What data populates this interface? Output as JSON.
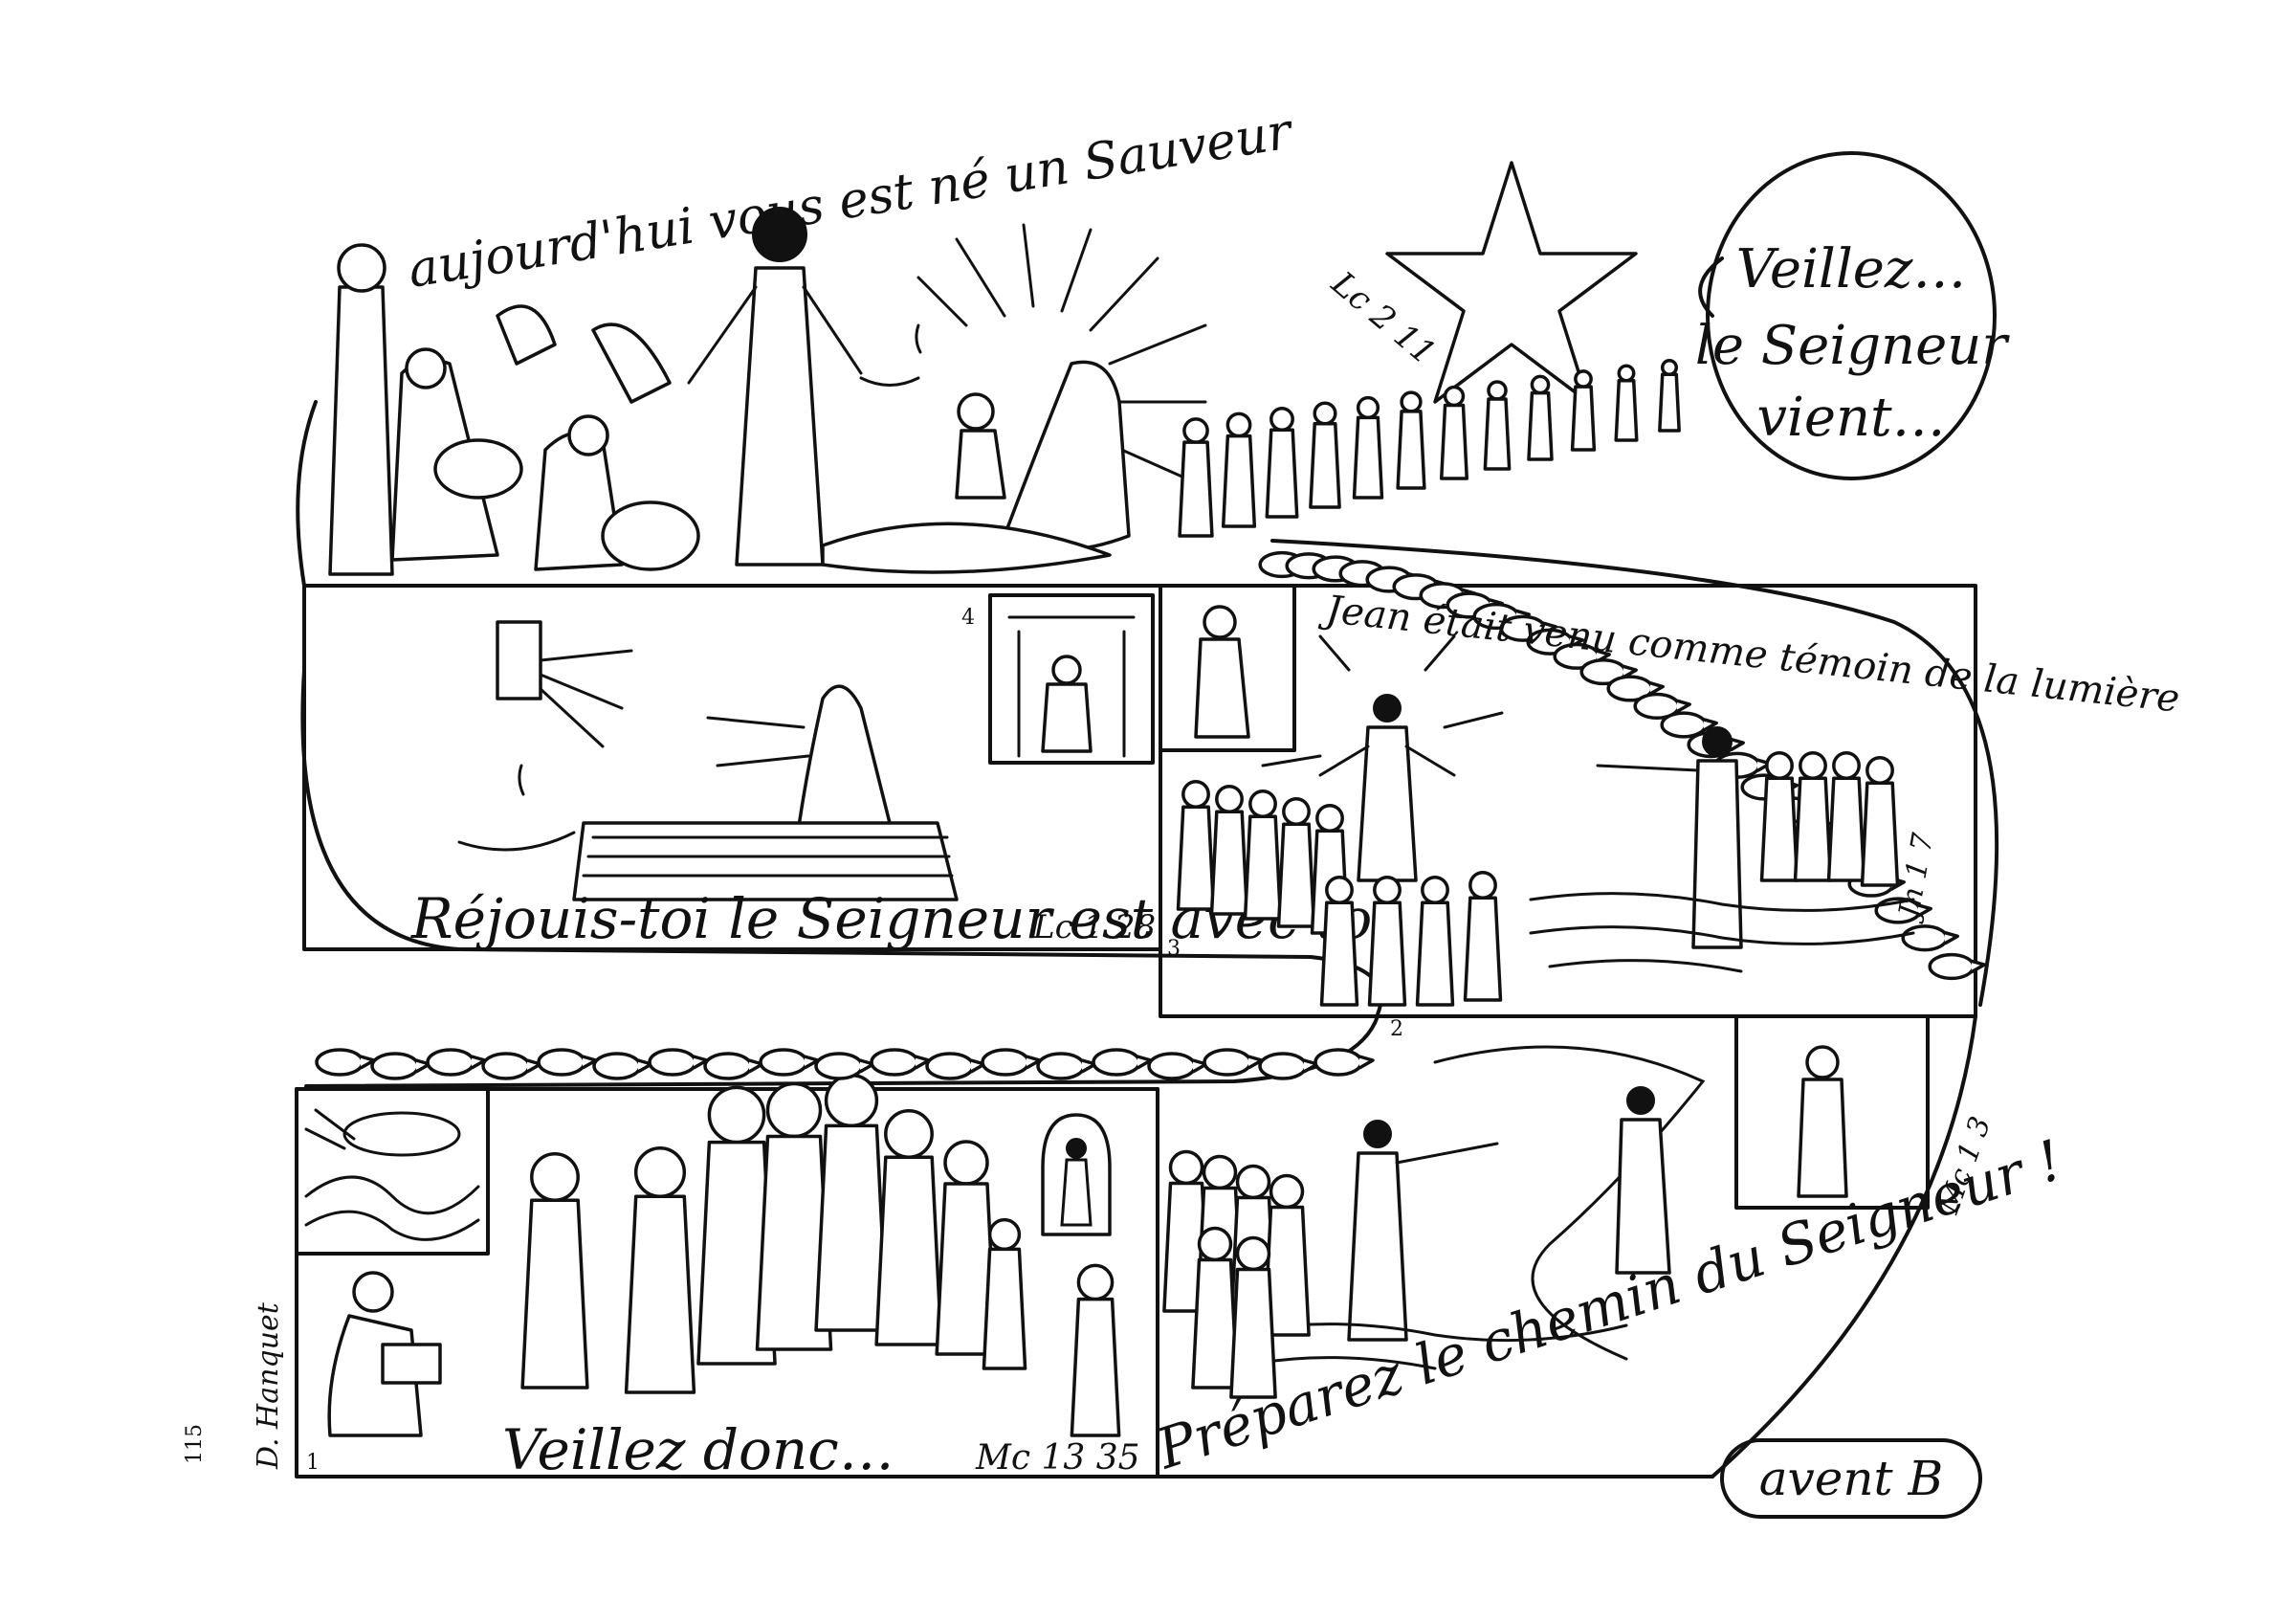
{
  "page_number": "115",
  "signature": "D. Hanquet",
  "bubble": {
    "line1": "Veillez…",
    "line2": "le Seigneur",
    "line3": "vient…"
  },
  "season_label": "avent B",
  "top_banner": {
    "text": "aujourd'hui vous est né un Sauveur",
    "ref": "Lc 2 11"
  },
  "panel_4": {
    "number": "4",
    "text": "Réjouis-toi le Seigneur est avec toi",
    "ref": "Lc 1 28"
  },
  "panel_3": {
    "number": "3",
    "text": "Jean était venu comme témoin de la lumière",
    "ref": "Jn 1 7"
  },
  "panel_2": {
    "number": "2",
    "text": "Préparez le chemin du Seigneur !",
    "ref": "Mc 1 3"
  },
  "panel_1": {
    "number": "1",
    "text": "Veillez donc…",
    "ref": "Mc 13 35"
  }
}
